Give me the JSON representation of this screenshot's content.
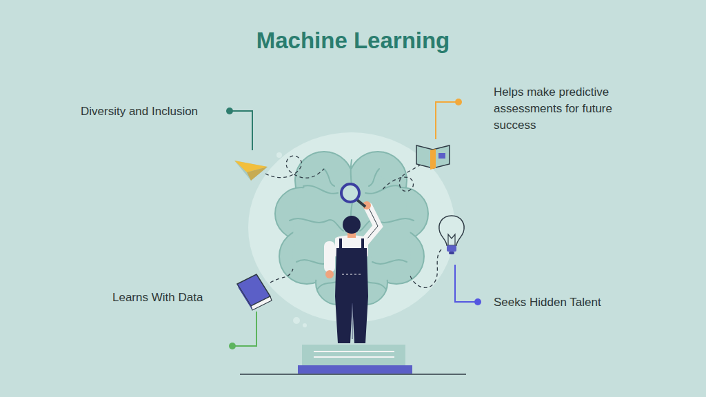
{
  "diagram": {
    "title": "Machine Learning",
    "labels": [
      "Diversity and Inclusion",
      "Helps make predictive assessments for future success",
      "Learns With Data",
      "Seeks Hidden Talent"
    ]
  }
}
